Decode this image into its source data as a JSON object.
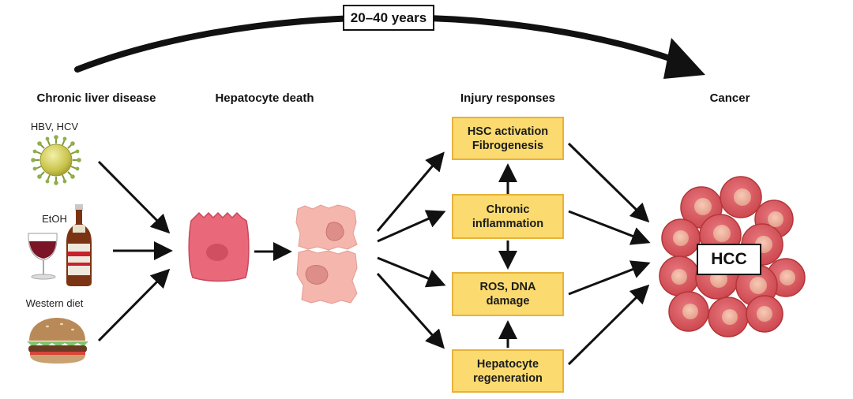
{
  "timeline": {
    "label": "20–40 years"
  },
  "headings": {
    "chronic_liver_disease": "Chronic liver disease",
    "hepatocyte_death": "Hepatocyte death",
    "injury_responses": "Injury responses",
    "cancer": "Cancer"
  },
  "causes": {
    "virus_label": "HBV, HCV",
    "alcohol_label": "EtOH",
    "diet_label": "Western diet"
  },
  "responses": {
    "hsc": {
      "line1": "HSC activation",
      "line2": "Fibrogenesis"
    },
    "inflammation": {
      "line1": "Chronic",
      "line2": "inflammation"
    },
    "ros": {
      "line1": "ROS, DNA",
      "line2": "damage"
    },
    "regeneration": {
      "line1": "Hepatocyte",
      "line2": "regeneration"
    }
  },
  "outcome": {
    "label": "HCC"
  },
  "colors": {
    "box_fill": "#fbdb6f",
    "box_border": "#e7b23a",
    "hepatocyte": "#e9687a",
    "dead_cell": "#f4b6ad",
    "tumor": "#d9544f",
    "arrow": "#111111"
  },
  "icons": [
    "virus-icon",
    "wine-glass-icon",
    "beer-bottle-icon",
    "burger-icon",
    "hepatocyte-icon",
    "dying-cells-icon",
    "tumor-cluster-icon"
  ]
}
